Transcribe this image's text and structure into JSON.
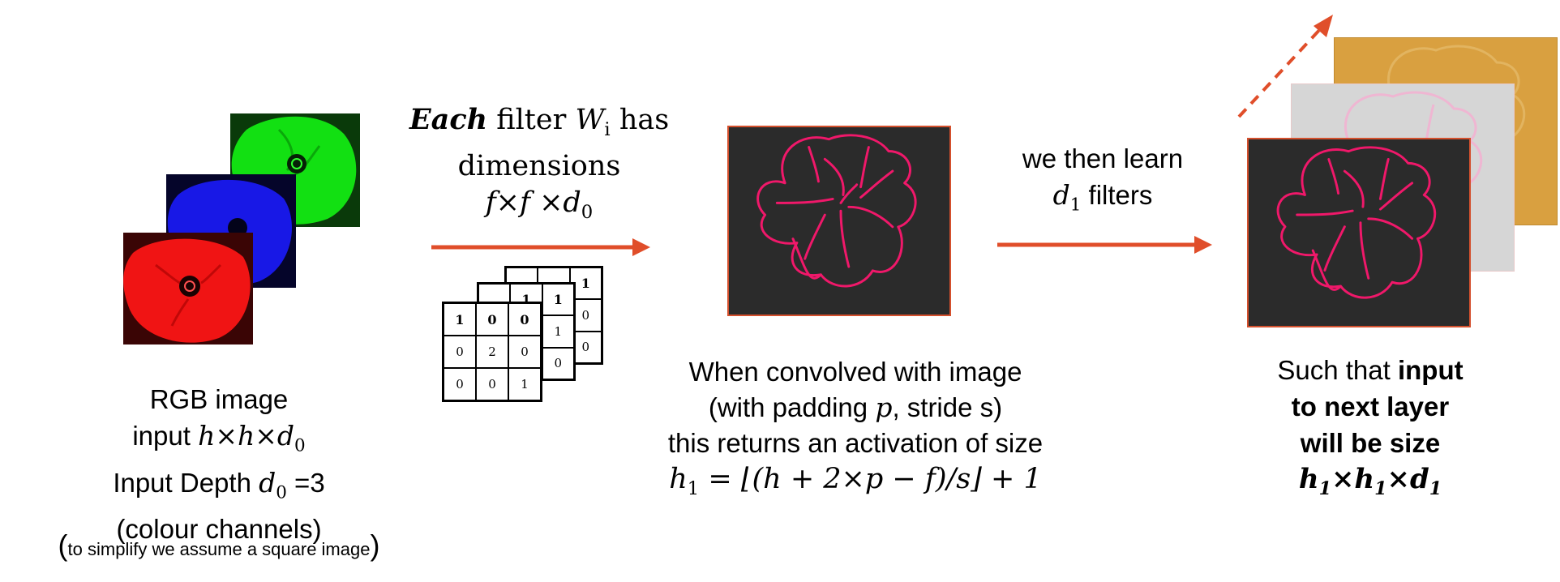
{
  "input_block": {
    "line1": "RGB image",
    "line2_prefix": "input ",
    "line2_math": "h×h×d",
    "line2_sub": "0",
    "line3_prefix": "Input Depth ",
    "line3_math": "d",
    "line3_sub": "0",
    "line3_suffix": " =3",
    "line4": "(colour channels)",
    "note_open": "(",
    "note_text": "to simplify we assume a square image",
    "note_close": ")"
  },
  "filter_block": {
    "each": "Each",
    "filter_text": " filter ",
    "w_math": "W",
    "w_sub": "i",
    "has": " has",
    "line2": "dimensions",
    "line3_math": "f×f ×d",
    "line3_sub": "0"
  },
  "filter_matrix": {
    "front": [
      "1",
      "0",
      "0",
      "0",
      "2",
      "0",
      "0",
      "0",
      "1"
    ],
    "back_visible": [
      "1",
      "1",
      "1",
      "1",
      "0",
      "0",
      "0",
      "0"
    ]
  },
  "activation_block": {
    "line1": "When convolved with image",
    "line2_prefix": "(with padding ",
    "line2_math": "p",
    "line2_suffix": ", stride s)",
    "line3": "this returns an activation of size",
    "formula_lhs": "h",
    "formula_lhs_sub": "1",
    "formula_rhs": " = ⌊(h + 2×p  − f)/s⌋ + 1"
  },
  "learn_block": {
    "line1": "we then learn",
    "d_math": "d",
    "d_sub": "1",
    "line2_suffix": " filters"
  },
  "output_block": {
    "line1_normal": "Such that ",
    "line1_bold": "input",
    "line2": "to next layer",
    "line3": "will be size",
    "formula": "h",
    "sub1": "1",
    "times1": "×h",
    "sub2": "1",
    "times2": "×d",
    "sub3": "1"
  },
  "colors": {
    "arrow": "#e04e2a",
    "activation_bg": "#2b2b2b",
    "activation_stroke": "#f0186a",
    "layer_gray": "#d6d6d6",
    "layer_gold": "#d9a040"
  }
}
